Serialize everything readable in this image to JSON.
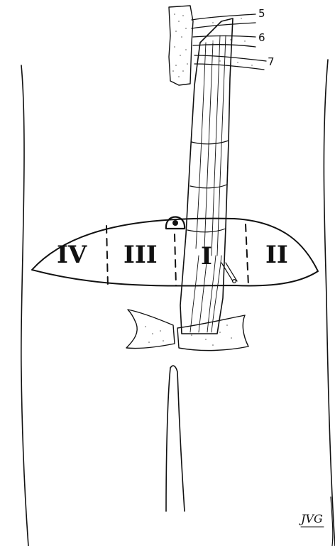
{
  "rib_labels": [
    "5",
    "6",
    "7"
  ],
  "zone_labels": {
    "zone_1": "I",
    "zone_2": "II",
    "zone_3": "III",
    "zone_4": "IV"
  },
  "signature": "JVG"
}
